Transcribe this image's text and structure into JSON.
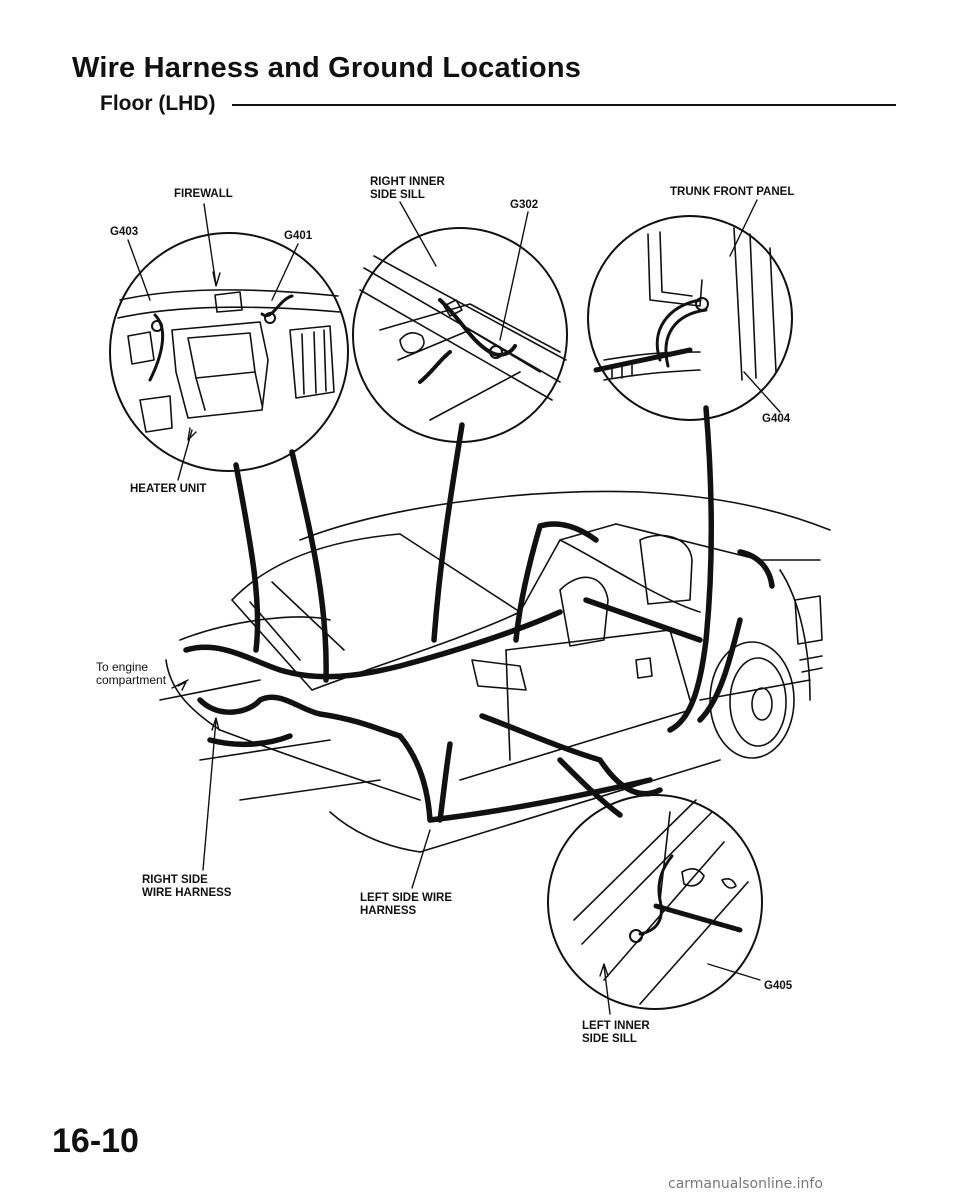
{
  "header": {
    "title": "Wire Harness and Ground Locations",
    "subtitle": "Floor (LHD)"
  },
  "labels": {
    "firewall": "FIREWALL",
    "g403": "G403",
    "g401": "G401",
    "right_inner_side_sill_1": "RIGHT INNER",
    "right_inner_side_sill_2": "SIDE SILL",
    "g302": "G302",
    "trunk_front_panel": "TRUNK FRONT PANEL",
    "g404": "G404",
    "heater_unit": "HEATER UNIT",
    "to_engine_1": "To engine",
    "to_engine_2": "compartment",
    "right_side_harness_1": "RIGHT SIDE",
    "right_side_harness_2": "WIRE HARNESS",
    "left_side_harness_1": "LEFT SIDE WIRE",
    "left_side_harness_2": "HARNESS",
    "g405": "G405",
    "left_inner_side_sill_1": "LEFT INNER",
    "left_inner_side_sill_2": "SIDE SILL"
  },
  "footer": {
    "page_number": "16-10",
    "watermark": "carmanualsonline.info"
  }
}
